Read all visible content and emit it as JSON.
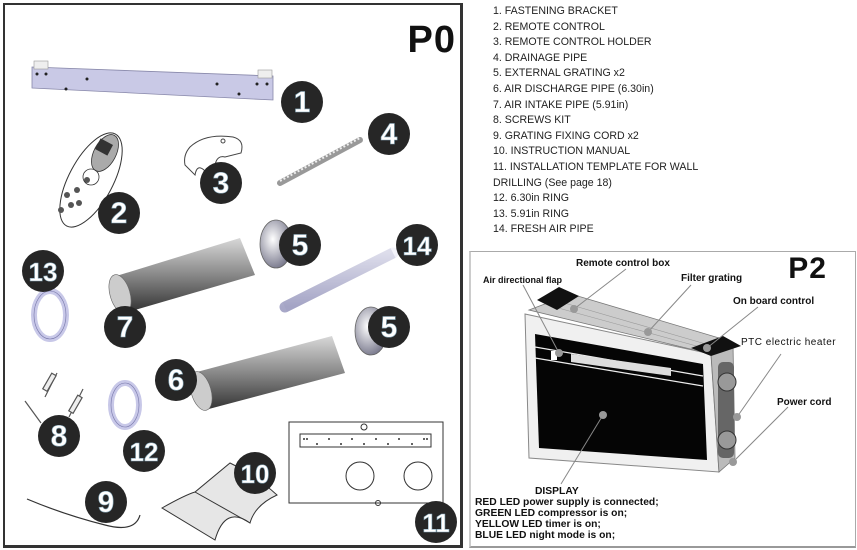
{
  "panels": {
    "p0": {
      "label": "P0",
      "badges": [
        "1",
        "2",
        "3",
        "4",
        "5",
        "14",
        "13",
        "7",
        "5",
        "6",
        "8",
        "12",
        "10",
        "9",
        "11"
      ]
    },
    "p2": {
      "label": "P2",
      "callouts": {
        "remote_control_box": "Remote control box",
        "air_directional_flap": "Air directional flap",
        "filter_grating": "Filter grating",
        "on_board_control": "On board  control",
        "ptc_heater": "PTC electric heater",
        "power_cord": "Power cord"
      },
      "display": {
        "title": "DISPLAY",
        "lines": [
          "RED LED power supply is connected;",
          "GREEN LED compressor is on;",
          "YELLOW LED timer is on;",
          "BLUE LED night mode is on;"
        ]
      }
    }
  },
  "parts_list": [
    "1. FASTENING BRACKET",
    "2. REMOTE CONTROL",
    "3. REMOTE CONTROL HOLDER",
    "4. DRAINAGE PIPE",
    "5. EXTERNAL GRATING x2",
    "6. AIR DISCHARGE PIPE (6.30in)",
    "7. AIR INTAKE PIPE (5.91in)",
    "8. SCREWS KIT",
    "9. GRATING FIXING CORD x2",
    "10. INSTRUCTION MANUAL",
    "11. INSTALLATION TEMPLATE FOR WALL",
    "DRILLING (See page 18)",
    "12. 6.30in RING",
    "13. 5.91in RING",
    "14. FRESH AIR PIPE"
  ],
  "colors": {
    "badge": "#262626",
    "bracket": "#c9c9e6",
    "ring": "#c8c8e8",
    "pipe_dark": "#444444",
    "pipe_light": "#e8e8e8",
    "frame": "#333333"
  }
}
